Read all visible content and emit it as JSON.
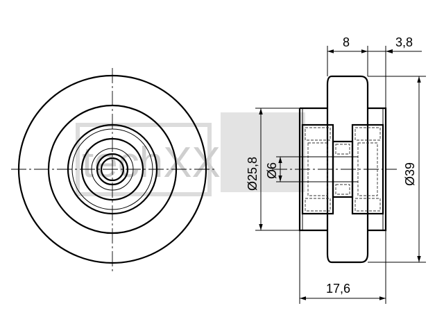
{
  "watermark": {
    "text": "techXX",
    "color": "#cfcfcf"
  },
  "dimensions": {
    "width_outer": "8",
    "width_flange": "3,8",
    "diameter_hub": "Ø25,8",
    "diameter_bore": "Ø6",
    "diameter_outer": "Ø39",
    "total_width": "17,6"
  },
  "colors": {
    "line": "#000000",
    "background": "#ffffff"
  }
}
